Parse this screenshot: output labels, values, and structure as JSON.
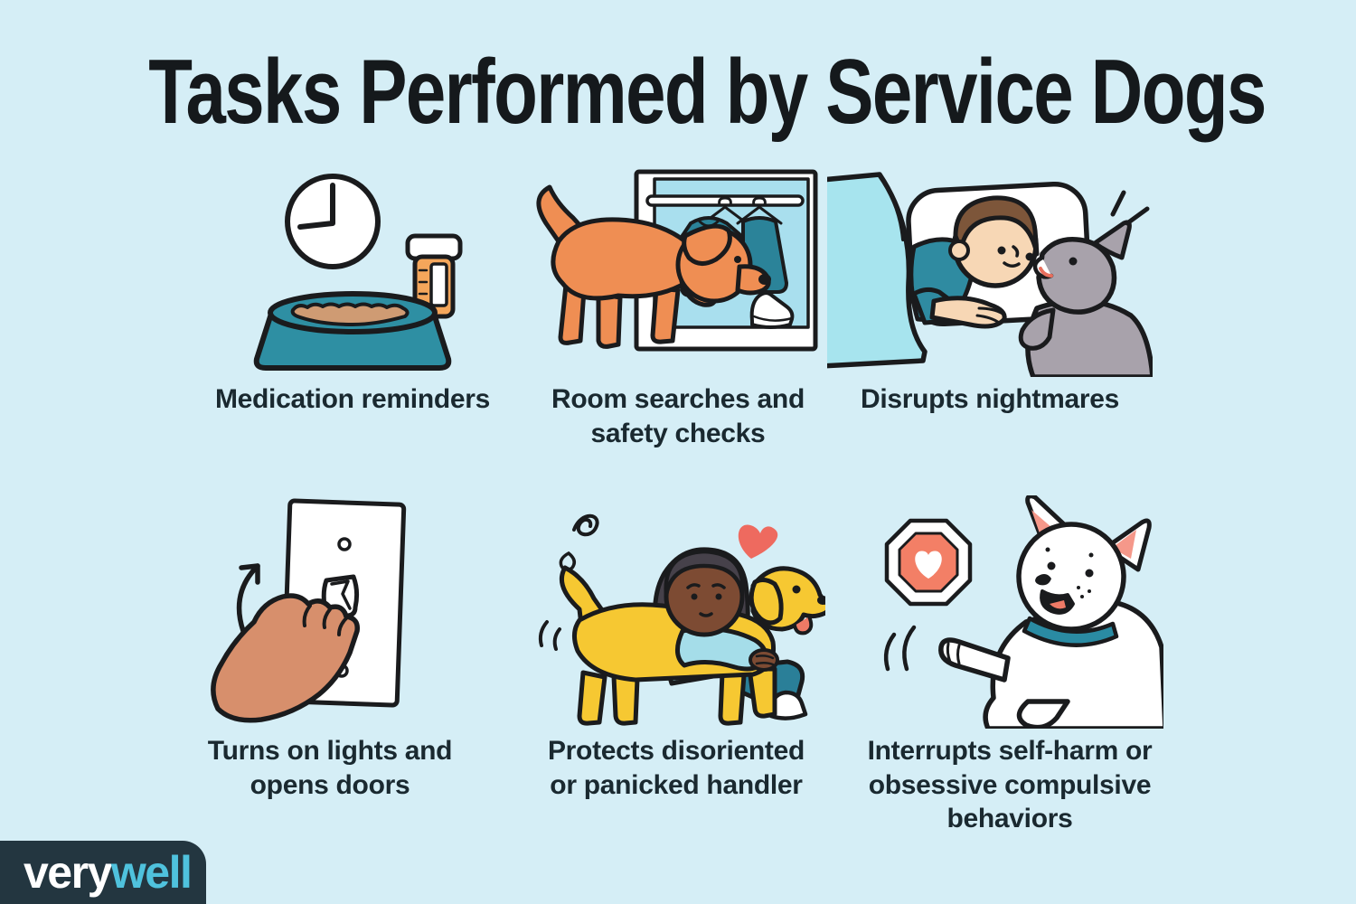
{
  "title": "Tasks Performed by Service Dogs",
  "panels": [
    {
      "caption": "Medication reminders",
      "illustration": "clock-pill-bottle-dog-bowl"
    },
    {
      "caption": "Room searches and\nsafety checks",
      "illustration": "dog-sniffing-open-closet"
    },
    {
      "caption": "Disrupts nightmares",
      "illustration": "dog-waking-sleeping-person"
    },
    {
      "caption": "Turns on lights and\nopens doors",
      "illustration": "paw-flipping-light-switch"
    },
    {
      "caption": "Protects disoriented\nor panicked handler",
      "illustration": "person-hugging-service-dog"
    },
    {
      "caption": "Interrupts self-harm or\nobsessive compulsive\nbehaviors",
      "illustration": "dog-raising-paw-stop-sign"
    }
  ],
  "logo": {
    "prefix": "very",
    "suffix": "well"
  },
  "palette": {
    "background": "#d5eef6",
    "caption_text": "#1a2930",
    "title_text": "#15191c",
    "outline": "#1a1b1d",
    "teal": "#2e8fa3",
    "closet_interior": "#a9dfee",
    "blanket_blue": "#a7e4ee",
    "shirt_teal": "#2b8399",
    "orange_dog": "#ef8e53",
    "yellow_dog": "#f6c832",
    "gray_dog": "#a8a2ab",
    "pill_bottle_orange": "#f4a65b",
    "stop_sign_salmon": "#f37f66",
    "heart_red": "#ee6a5f",
    "tongue_salmon": "#ef7a66",
    "ear_pink": "#f5988a",
    "skin_light": "#f7d7b5",
    "skin_tan": "#d78f6c",
    "skin_dark": "#7d4b33",
    "hair_brown": "#7d563a",
    "hair_dark": "#46414a",
    "sweater_blue": "#a5dde9",
    "logo_background": "#233640",
    "logo_accent": "#4fc2dd"
  }
}
